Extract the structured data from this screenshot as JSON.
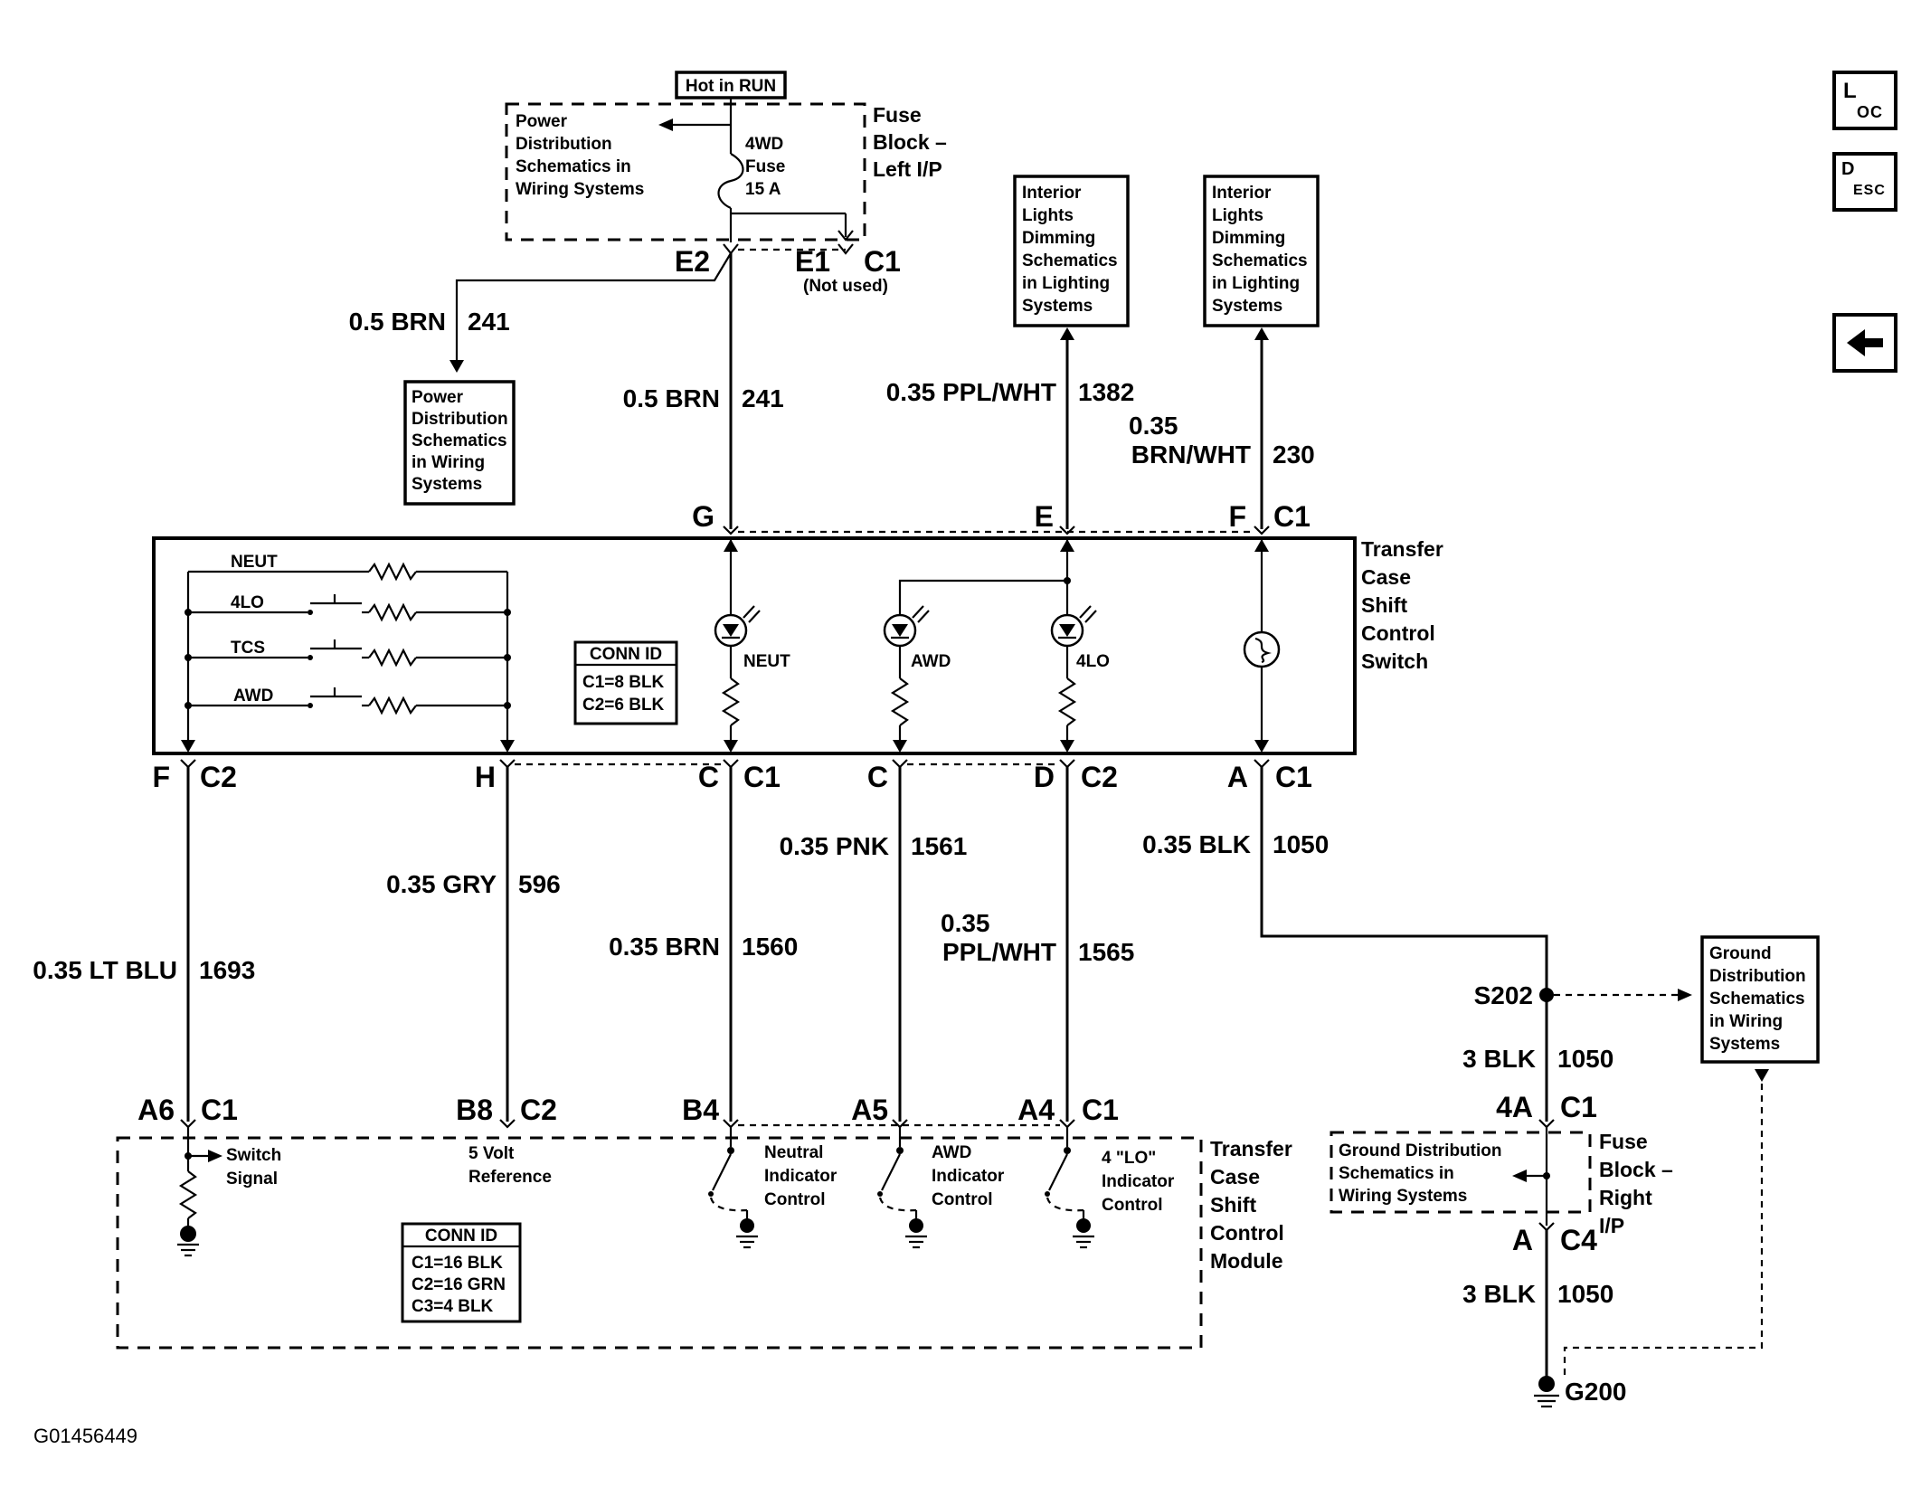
{
  "fuse_block_left": {
    "hot_label": "Hot in RUN",
    "power_ref_lines": [
      "Power",
      "Distribution",
      "Schematics in",
      "Wiring Systems"
    ],
    "fuse_lines": [
      "4WD",
      "Fuse",
      "15 A"
    ],
    "title_lines": [
      "Fuse",
      "Block –",
      "Left I/P"
    ],
    "pins": {
      "e2": "E2",
      "e1": "E1",
      "c1": "C1",
      "not_used": "(Not used)"
    }
  },
  "branch": {
    "wire_gauge": "0.5 BRN",
    "wire_circuit": "241",
    "ref_lines": [
      "Power",
      "Distribution",
      "Schematics",
      "in Wiring",
      "Systems"
    ]
  },
  "dimming_refs": [
    {
      "lines": [
        "Interior",
        "Lights",
        "Dimming",
        "Schematics",
        "in Lighting",
        "Systems"
      ]
    },
    {
      "lines": [
        "Interior",
        "Lights",
        "Dimming",
        "Schematics",
        "in Lighting",
        "Systems"
      ]
    }
  ],
  "upper_wires": [
    {
      "gauge": "0.5 BRN",
      "circuit": "241"
    },
    {
      "gauge": "0.35 PPL/WHT",
      "circuit": "1382"
    },
    {
      "gauge_line1": "0.35",
      "gauge_line2": "BRN/WHT",
      "circuit": "230"
    }
  ],
  "switch": {
    "top_pins": {
      "g": "G",
      "e": "E",
      "f": "F",
      "c1": "C1"
    },
    "title_lines": [
      "Transfer",
      "Case",
      "Shift",
      "Control",
      "Switch"
    ],
    "positions": [
      "NEUT",
      "4LO",
      "TCS",
      "AWD"
    ],
    "conn_id": {
      "title": "CONN ID",
      "lines": [
        "C1=8 BLK",
        "C2=6 BLK"
      ]
    },
    "indicators": [
      "NEUT",
      "AWD",
      "4LO"
    ],
    "bottom_pins": [
      {
        "pin": "F",
        "conn": "C2"
      },
      {
        "pin": "H",
        "conn": ""
      },
      {
        "pin": "C",
        "conn": "C1"
      },
      {
        "pin": "C",
        "conn": ""
      },
      {
        "pin": "D",
        "conn": "C2"
      },
      {
        "pin": "A",
        "conn": "C1"
      }
    ]
  },
  "lower_wires": [
    {
      "gauge": "0.35 LT BLU",
      "circuit": "1693"
    },
    {
      "gauge": "0.35 GRY",
      "circuit": "596"
    },
    {
      "gauge": "0.35 BRN",
      "circuit": "1560"
    },
    {
      "gauge": "0.35 PNK",
      "circuit": "1561"
    },
    {
      "gauge_line1": "0.35",
      "gauge_line2": "PPL/WHT",
      "circuit": "1565"
    },
    {
      "gauge": "0.35 BLK",
      "circuit": "1050"
    }
  ],
  "module": {
    "pins": [
      {
        "pin": "A6",
        "conn": "C1"
      },
      {
        "pin": "B8",
        "conn": "C2"
      },
      {
        "pin": "B4",
        "conn": ""
      },
      {
        "pin": "A5",
        "conn": ""
      },
      {
        "pin": "A4",
        "conn": "C1"
      }
    ],
    "switch_signal": [
      "Switch",
      "Signal"
    ],
    "five_volt": [
      "5 Volt",
      "Reference"
    ],
    "neutral_ctrl": [
      "Neutral",
      "Indicator",
      "Control"
    ],
    "awd_ctrl": [
      "AWD",
      "Indicator",
      "Control"
    ],
    "lo_ctrl": [
      "4 \"LO\"",
      "Indicator",
      "Control"
    ],
    "conn_id": {
      "title": "CONN ID",
      "lines": [
        "C1=16 BLK",
        "C2=16 GRN",
        "C3=4 BLK"
      ]
    },
    "title_lines": [
      "Transfer",
      "Case",
      "Shift",
      "Control",
      "Module"
    ]
  },
  "ground": {
    "splice": "S202",
    "wire1_gauge": "3 BLK",
    "wire1_circuit": "1050",
    "pin_top": "4A",
    "conn_top": "C1",
    "ref_lines": [
      "Ground Distribution",
      "Schematics in",
      "Wiring Systems"
    ],
    "fuse_block_right": [
      "Fuse",
      "Block –",
      "Right",
      "I/P"
    ],
    "pin_bottom": "A",
    "conn_bottom": "C4",
    "wire2_gauge": "3 BLK",
    "wire2_circuit": "1050",
    "ground_point": "G200",
    "dist_lines": [
      "Ground",
      "Distribution",
      "Schematics",
      "in Wiring",
      "Systems"
    ]
  },
  "nav": {
    "loc_main": "L",
    "loc_sub": "OC",
    "desc_main": "D",
    "desc_sub": "ESC",
    "back_icon": "arrow-left-icon"
  },
  "figure_id": "G01456449"
}
